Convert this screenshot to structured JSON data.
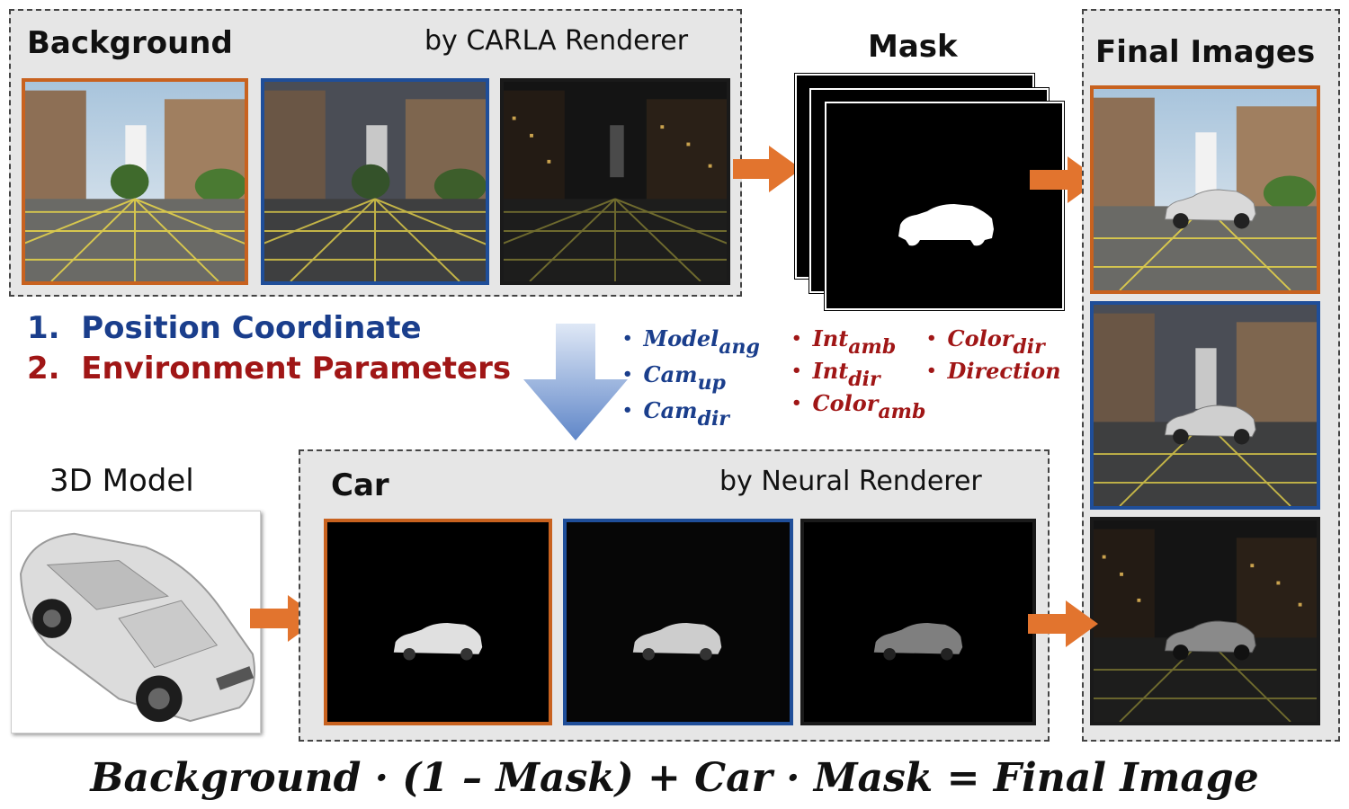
{
  "background": {
    "title": "Background",
    "subtitle": "by CARLA Renderer"
  },
  "mask": {
    "title": "Mask"
  },
  "final": {
    "title": "Final Images"
  },
  "steps": {
    "step1": "1.  Position Coordinate",
    "step2": "2.  Environment Parameters"
  },
  "params_blue": [
    {
      "base": "Model",
      "sub": "ang"
    },
    {
      "base": "Cam",
      "sub": "up"
    },
    {
      "base": "Cam",
      "sub": "dir"
    }
  ],
  "params_red_col1": [
    {
      "base": "Int",
      "sub": "amb"
    },
    {
      "base": "Int",
      "sub": "dir"
    },
    {
      "base": "Color",
      "sub": "amb"
    }
  ],
  "params_red_col2": [
    {
      "base": "Color",
      "sub": "dir"
    },
    {
      "base": "Direction",
      "sub": ""
    }
  ],
  "model3d": {
    "title": "3D Model"
  },
  "car": {
    "title": "Car",
    "subtitle": "by Neural Renderer"
  },
  "formula": "Background · (1 – Mask) + Car · Mask = Final Image",
  "colors": {
    "orange": "#c8621f",
    "blue": "#1f4e99",
    "arrow_orange": "#e2742e",
    "arrow_blue": "#6f95d3"
  }
}
